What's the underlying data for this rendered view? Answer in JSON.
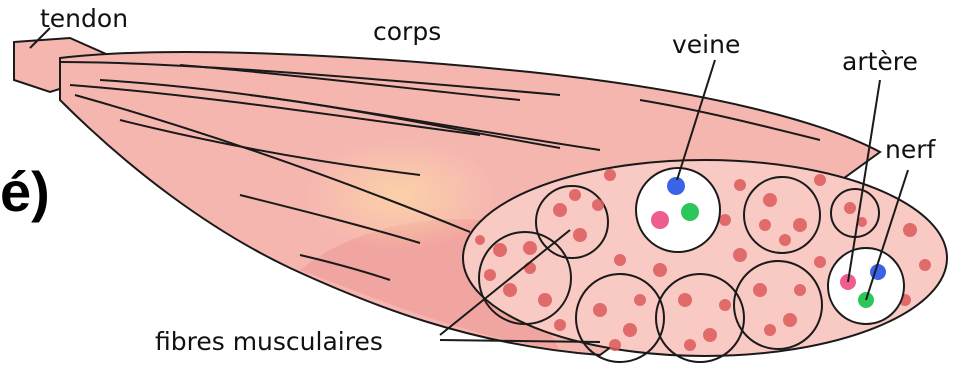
{
  "diagram": {
    "fragment_text": "é)",
    "labels": {
      "tendon": "tendon",
      "corps": "corps",
      "veine": "veine",
      "artere": "artère",
      "nerf": "nerf",
      "fibres": "fibres musculaires"
    },
    "colors": {
      "muscle": "#f6b6b0",
      "muscle_dark": "#e98f8c",
      "section": "#f9c9c4",
      "dot": "#dd5b5b",
      "line": "#1a1a1a",
      "vein_blue": "#3b63e6",
      "artery_pink": "#ee5d8b",
      "nerve_green": "#2cc65a"
    }
  }
}
